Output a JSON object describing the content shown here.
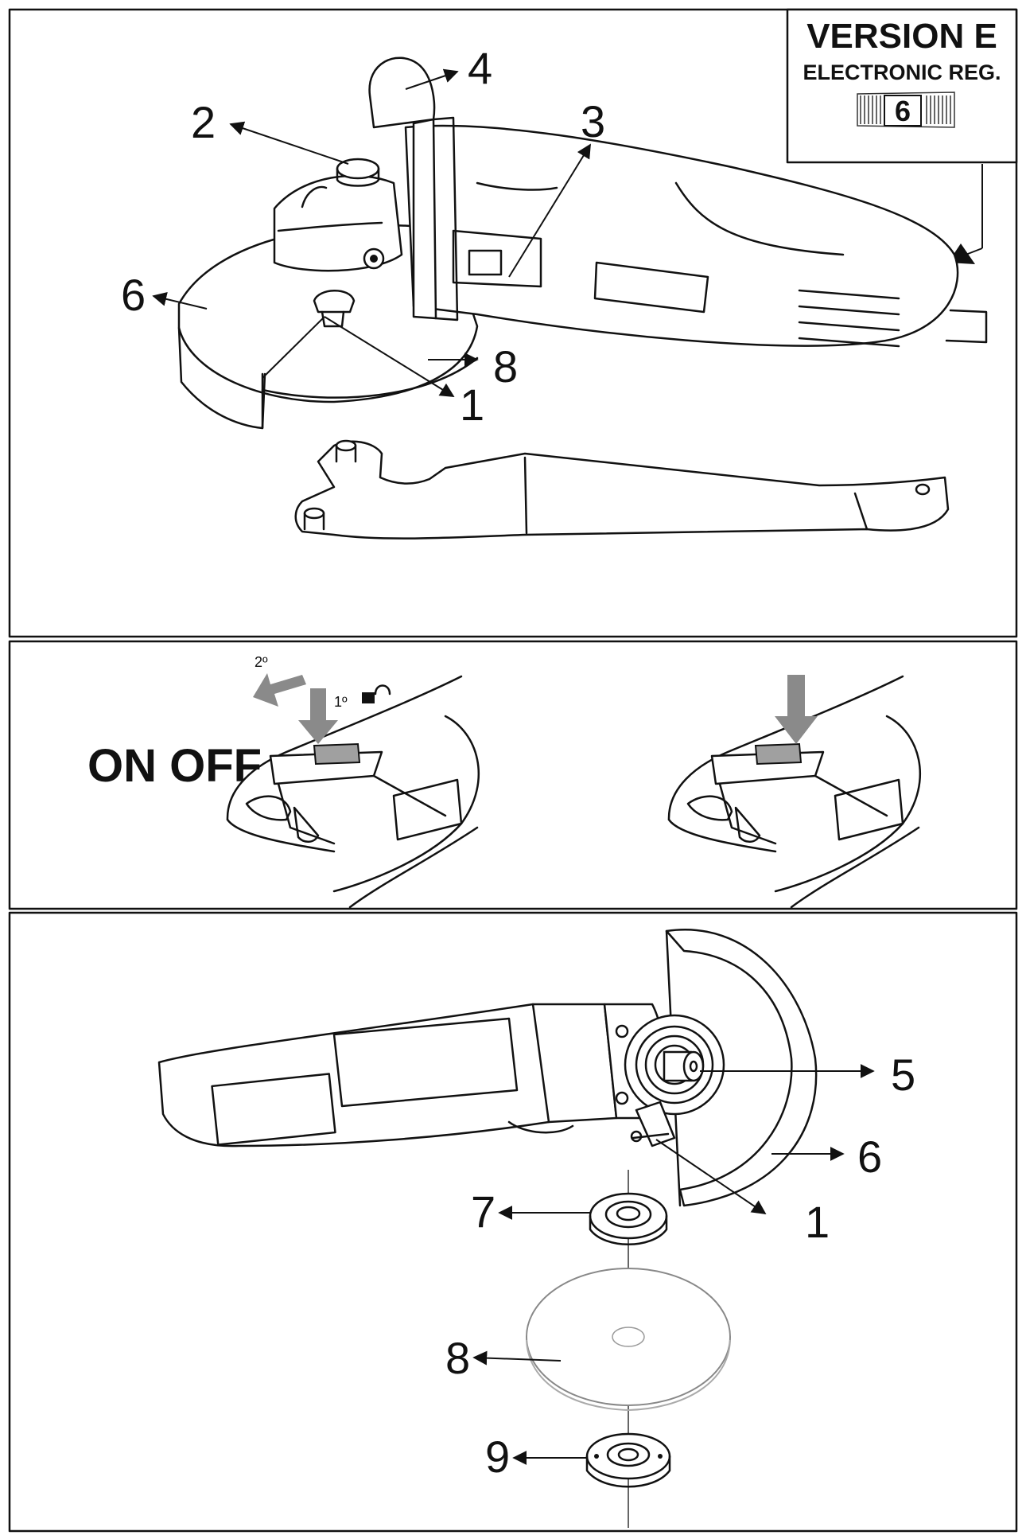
{
  "version_box": {
    "title": "VERSION E",
    "subtitle": "ELECTRONIC REG.",
    "dial_number": "6"
  },
  "top_panel": {
    "labels": [
      "4",
      "2",
      "3",
      "6",
      "8",
      "1"
    ]
  },
  "switch_panel": {
    "on_off": "ON OFF",
    "step_two": "2º",
    "step_one": "1º"
  },
  "bottom_panel": {
    "labels": [
      "5",
      "6",
      "1",
      "7",
      "8",
      "9"
    ]
  },
  "colors": {
    "ink": "#111111",
    "arrow_gray": "#8a8a8a",
    "switch_gray": "#a0a0a0"
  }
}
